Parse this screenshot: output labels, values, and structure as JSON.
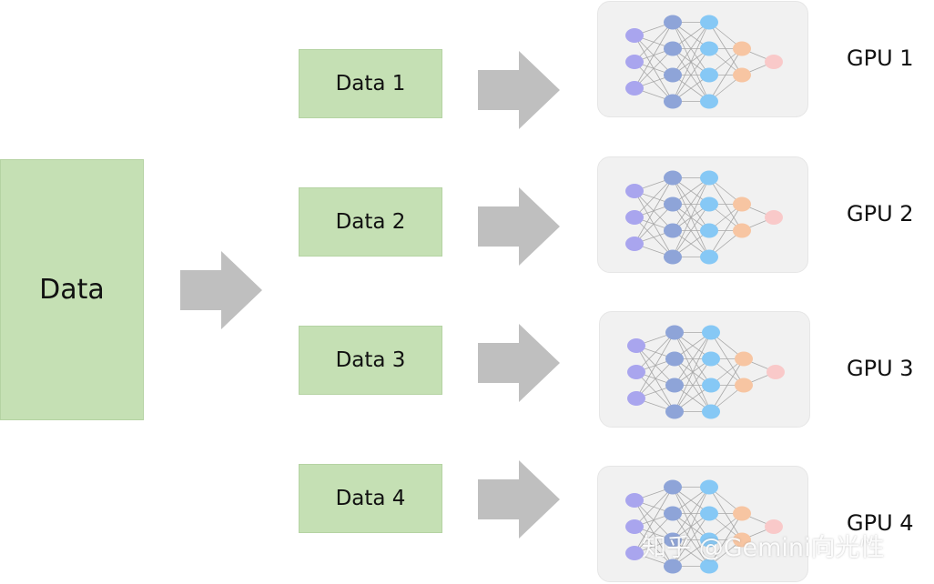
{
  "source": {
    "label": "Data"
  },
  "partitions": [
    {
      "data_label": "Data 1",
      "gpu_label": "GPU 1"
    },
    {
      "data_label": "Data 2",
      "gpu_label": "GPU 2"
    },
    {
      "data_label": "Data 3",
      "gpu_label": "GPU 3"
    },
    {
      "data_label": "Data 4",
      "gpu_label": "GPU 4"
    }
  ],
  "network": {
    "layers": [
      3,
      4,
      4,
      2,
      1
    ],
    "layer_colors": [
      "#a9a5ee",
      "#8ea4d8",
      "#86c8f5",
      "#f7c5a2",
      "#f9c9c9"
    ]
  },
  "colors": {
    "data_box": "#c5e0b4",
    "arrow": "#bfbfbf",
    "card_background": "#f1f1f1"
  },
  "watermark": "知乎 @Gemini向光性"
}
